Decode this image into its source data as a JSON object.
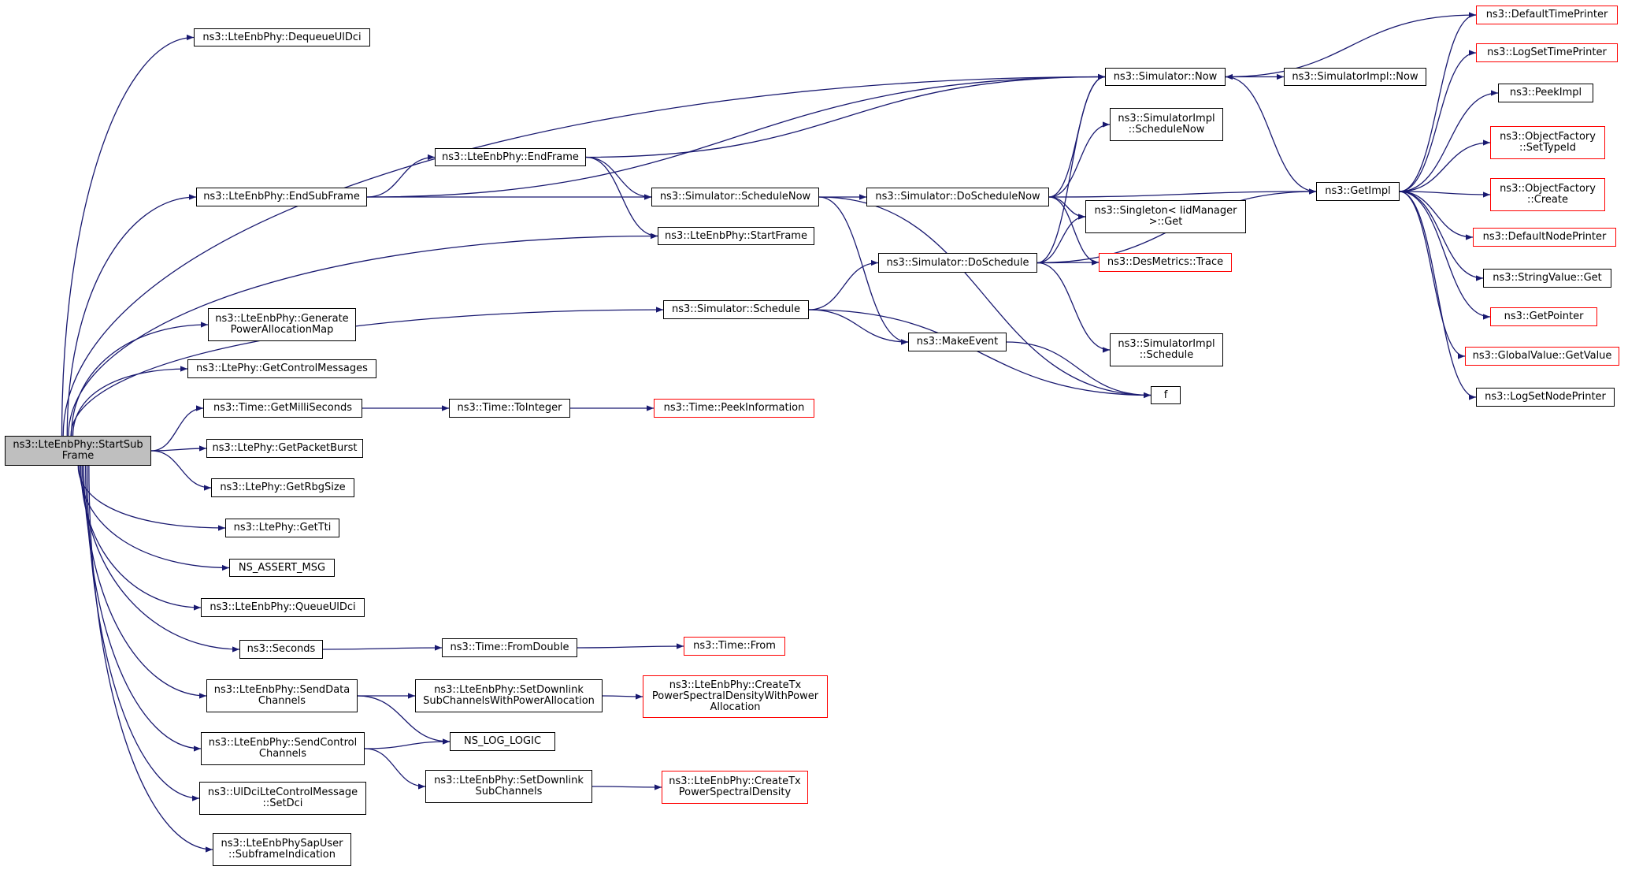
{
  "colors": {
    "edge": "#191970",
    "node_border": "#000000",
    "node_border_incomplete": "#ff0000",
    "root_fill": "#bfbfbf"
  },
  "nodes": [
    {
      "id": "StartSubFrame",
      "label": "ns3::LteEnbPhy::StartSub\nFrame",
      "root": true
    },
    {
      "id": "DequeueUlDci",
      "label": "ns3::LteEnbPhy::DequeueUlDci"
    },
    {
      "id": "EndSubFrame",
      "label": "ns3::LteEnbPhy::EndSubFrame"
    },
    {
      "id": "EndFrame",
      "label": "ns3::LteEnbPhy::EndFrame"
    },
    {
      "id": "StartFrame",
      "label": "ns3::LteEnbPhy::StartFrame"
    },
    {
      "id": "SimNow",
      "label": "ns3::Simulator::Now"
    },
    {
      "id": "ImplNow",
      "label": "ns3::SimulatorImpl::Now"
    },
    {
      "id": "ImplScheduleNow",
      "label": "ns3::SimulatorImpl\n::ScheduleNow"
    },
    {
      "id": "SimScheduleNow",
      "label": "ns3::Simulator::ScheduleNow"
    },
    {
      "id": "DoScheduleNow",
      "label": "ns3::Simulator::DoScheduleNow"
    },
    {
      "id": "SingletonGet",
      "label": "ns3::Singleton< IidManager\n>::Get"
    },
    {
      "id": "DoSchedule",
      "label": "ns3::Simulator::DoSchedule"
    },
    {
      "id": "DesTrace",
      "label": "ns3::DesMetrics::Trace",
      "red": true
    },
    {
      "id": "SimSchedule",
      "label": "ns3::Simulator::Schedule"
    },
    {
      "id": "MakeEvent",
      "label": "ns3::MakeEvent"
    },
    {
      "id": "ImplSchedule",
      "label": "ns3::SimulatorImpl\n::Schedule"
    },
    {
      "id": "f",
      "label": "f"
    },
    {
      "id": "GetImpl",
      "label": "ns3::GetImpl"
    },
    {
      "id": "DefaultTimePrinter",
      "label": "ns3::DefaultTimePrinter",
      "red": true
    },
    {
      "id": "LogSetTimePrinter",
      "label": "ns3::LogSetTimePrinter",
      "red": true
    },
    {
      "id": "PeekImpl",
      "label": "ns3::PeekImpl"
    },
    {
      "id": "SetTypeId",
      "label": "ns3::ObjectFactory\n::SetTypeId",
      "red": true
    },
    {
      "id": "OFCreate",
      "label": "ns3::ObjectFactory\n::Create",
      "red": true
    },
    {
      "id": "DefaultNodePrinter",
      "label": "ns3::DefaultNodePrinter",
      "red": true
    },
    {
      "id": "StringValueGet",
      "label": "ns3::StringValue::Get"
    },
    {
      "id": "GetPointer",
      "label": "ns3::GetPointer",
      "red": true
    },
    {
      "id": "GlobalValueGetValue",
      "label": "ns3::GlobalValue::GetValue",
      "red": true
    },
    {
      "id": "LogSetNodePrinter",
      "label": "ns3::LogSetNodePrinter"
    },
    {
      "id": "GeneratePAM",
      "label": "ns3::LteEnbPhy::Generate\nPowerAllocationMap"
    },
    {
      "id": "GetControlMessages",
      "label": "ns3::LtePhy::GetControlMessages"
    },
    {
      "id": "GetMilliSeconds",
      "label": "ns3::Time::GetMilliSeconds"
    },
    {
      "id": "ToInteger",
      "label": "ns3::Time::ToInteger"
    },
    {
      "id": "PeekInformation",
      "label": "ns3::Time::PeekInformation",
      "red": true
    },
    {
      "id": "GetPacketBurst",
      "label": "ns3::LtePhy::GetPacketBurst"
    },
    {
      "id": "GetRbgSize",
      "label": "ns3::LtePhy::GetRbgSize"
    },
    {
      "id": "GetTti",
      "label": "ns3::LtePhy::GetTti"
    },
    {
      "id": "NS_ASSERT_MSG",
      "label": "NS_ASSERT_MSG"
    },
    {
      "id": "QueueUlDci",
      "label": "ns3::LteEnbPhy::QueueUlDci"
    },
    {
      "id": "Seconds",
      "label": "ns3::Seconds"
    },
    {
      "id": "FromDouble",
      "label": "ns3::Time::FromDouble"
    },
    {
      "id": "TimeFrom",
      "label": "ns3::Time::From",
      "red": true
    },
    {
      "id": "SendDataChannels",
      "label": "ns3::LteEnbPhy::SendData\nChannels"
    },
    {
      "id": "SetDlSubChWPA",
      "label": "ns3::LteEnbPhy::SetDownlink\nSubChannelsWithPowerAllocation"
    },
    {
      "id": "CreateTxPSDWPA",
      "label": "ns3::LteEnbPhy::CreateTx\nPowerSpectralDensityWithPower\nAllocation",
      "red": true
    },
    {
      "id": "SendControlChannels",
      "label": "ns3::LteEnbPhy::SendControl\nChannels"
    },
    {
      "id": "NS_LOG_LOGIC",
      "label": "NS_LOG_LOGIC"
    },
    {
      "id": "SetDlSubCh",
      "label": "ns3::LteEnbPhy::SetDownlink\nSubChannels"
    },
    {
      "id": "CreateTxPSD",
      "label": "ns3::LteEnbPhy::CreateTx\nPowerSpectralDensity",
      "red": true
    },
    {
      "id": "SetDci",
      "label": "ns3::UlDciLteControlMessage\n::SetDci"
    },
    {
      "id": "SubframeIndication",
      "label": "ns3::LteEnbPhySapUser\n::SubframeIndication"
    }
  ],
  "edges": [
    [
      "StartSubFrame",
      "DequeueUlDci"
    ],
    [
      "StartSubFrame",
      "SimNow"
    ],
    [
      "StartSubFrame",
      "EndSubFrame"
    ],
    [
      "StartSubFrame",
      "StartFrame"
    ],
    [
      "StartSubFrame",
      "SimSchedule"
    ],
    [
      "StartSubFrame",
      "GeneratePAM"
    ],
    [
      "StartSubFrame",
      "GetControlMessages"
    ],
    [
      "StartSubFrame",
      "GetMilliSeconds"
    ],
    [
      "StartSubFrame",
      "GetPacketBurst"
    ],
    [
      "StartSubFrame",
      "GetRbgSize"
    ],
    [
      "StartSubFrame",
      "GetTti"
    ],
    [
      "StartSubFrame",
      "NS_ASSERT_MSG"
    ],
    [
      "StartSubFrame",
      "QueueUlDci"
    ],
    [
      "StartSubFrame",
      "Seconds"
    ],
    [
      "StartSubFrame",
      "SendDataChannels"
    ],
    [
      "StartSubFrame",
      "SendControlChannels"
    ],
    [
      "StartSubFrame",
      "SetDci"
    ],
    [
      "StartSubFrame",
      "SubframeIndication"
    ],
    [
      "EndSubFrame",
      "EndFrame"
    ],
    [
      "EndSubFrame",
      "SimNow"
    ],
    [
      "EndSubFrame",
      "SimScheduleNow"
    ],
    [
      "EndFrame",
      "SimNow"
    ],
    [
      "EndFrame",
      "SimScheduleNow"
    ],
    [
      "EndFrame",
      "StartFrame"
    ],
    [
      "SimScheduleNow",
      "DoScheduleNow"
    ],
    [
      "SimScheduleNow",
      "MakeEvent"
    ],
    [
      "SimScheduleNow",
      "f"
    ],
    [
      "DoScheduleNow",
      "SimNow"
    ],
    [
      "DoScheduleNow",
      "ImplScheduleNow"
    ],
    [
      "DoScheduleNow",
      "GetImpl"
    ],
    [
      "DoScheduleNow",
      "SingletonGet"
    ],
    [
      "DoScheduleNow",
      "DesTrace"
    ],
    [
      "SimSchedule",
      "DoSchedule"
    ],
    [
      "SimSchedule",
      "MakeEvent"
    ],
    [
      "SimSchedule",
      "f"
    ],
    [
      "DoSchedule",
      "SimNow"
    ],
    [
      "DoSchedule",
      "SingletonGet"
    ],
    [
      "DoSchedule",
      "DesTrace"
    ],
    [
      "DoSchedule",
      "ImplSchedule"
    ],
    [
      "DoSchedule",
      "GetImpl"
    ],
    [
      "MakeEvent",
      "f"
    ],
    [
      "SimNow",
      "ImplNow"
    ],
    [
      "SimNow",
      "GetImpl"
    ],
    [
      "GetImpl",
      "DefaultTimePrinter"
    ],
    [
      "GetImpl",
      "LogSetTimePrinter"
    ],
    [
      "GetImpl",
      "PeekImpl"
    ],
    [
      "GetImpl",
      "SetTypeId"
    ],
    [
      "GetImpl",
      "OFCreate"
    ],
    [
      "GetImpl",
      "DefaultNodePrinter"
    ],
    [
      "GetImpl",
      "StringValueGet"
    ],
    [
      "GetImpl",
      "GetPointer"
    ],
    [
      "GetImpl",
      "GlobalValueGetValue"
    ],
    [
      "GetImpl",
      "LogSetNodePrinter"
    ],
    [
      "DefaultTimePrinter",
      "SimNow"
    ],
    [
      "GetMilliSeconds",
      "ToInteger"
    ],
    [
      "ToInteger",
      "PeekInformation"
    ],
    [
      "Seconds",
      "FromDouble"
    ],
    [
      "FromDouble",
      "TimeFrom"
    ],
    [
      "SendDataChannels",
      "SetDlSubChWPA"
    ],
    [
      "SendDataChannels",
      "NS_LOG_LOGIC"
    ],
    [
      "SetDlSubChWPA",
      "CreateTxPSDWPA"
    ],
    [
      "SendControlChannels",
      "NS_LOG_LOGIC"
    ],
    [
      "SendControlChannels",
      "SetDlSubCh"
    ],
    [
      "SetDlSubCh",
      "CreateTxPSD"
    ]
  ]
}
